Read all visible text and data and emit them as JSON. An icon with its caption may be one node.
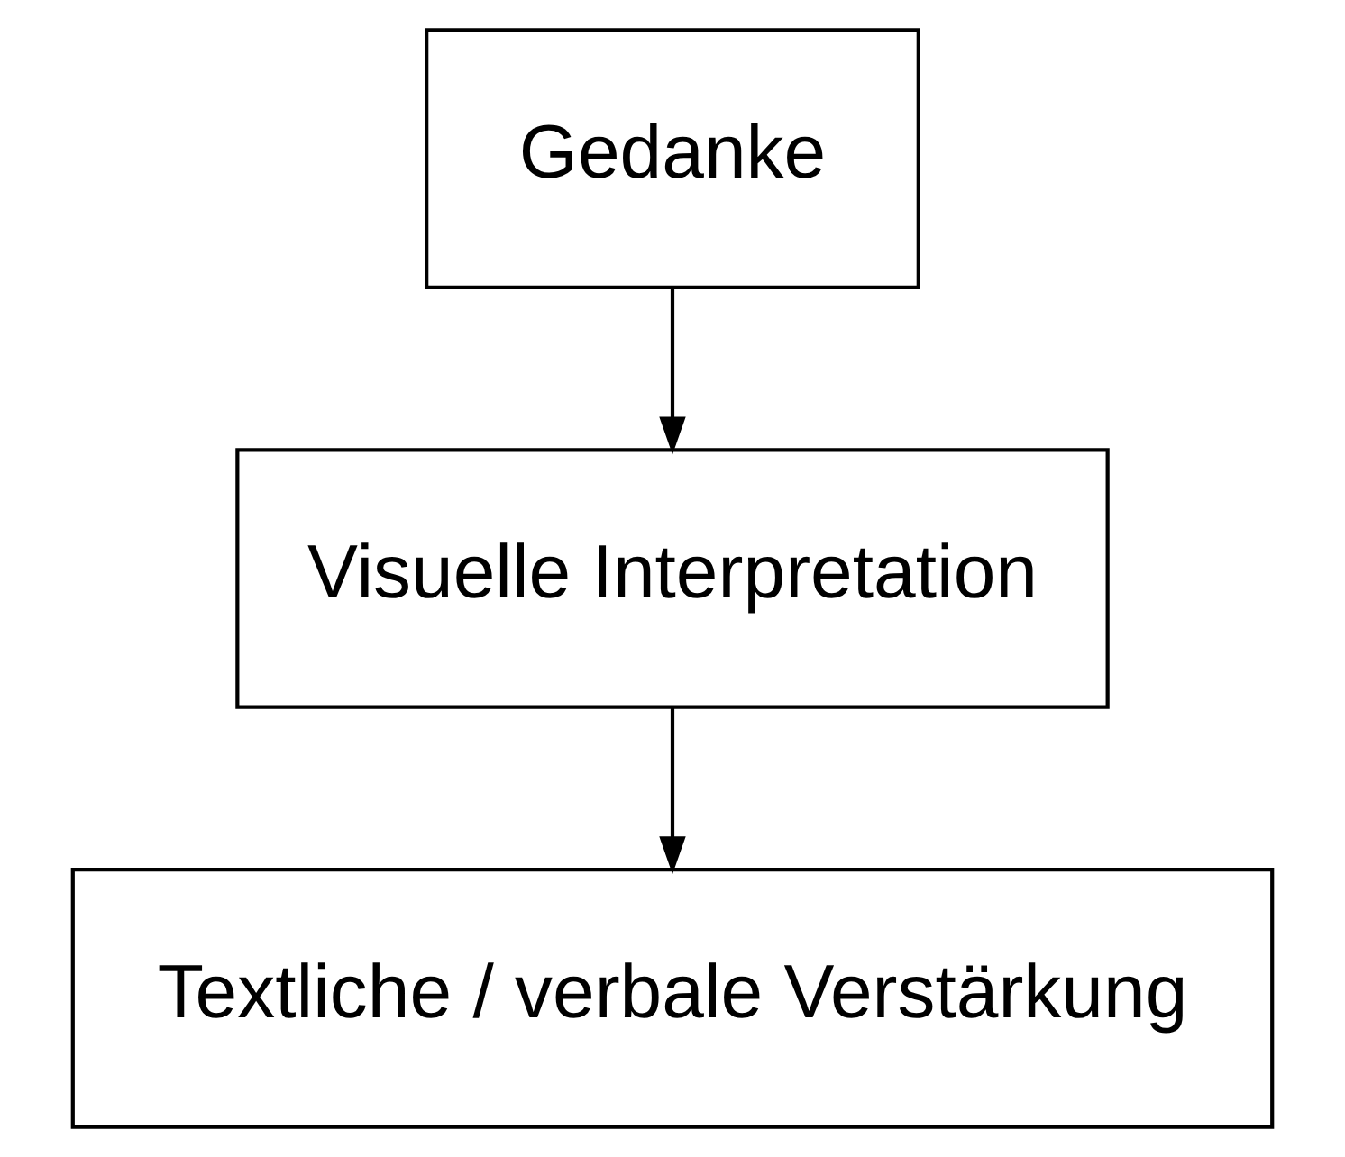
{
  "diagram": {
    "nodes": [
      {
        "text": [
          "Gedanke"
        ]
      },
      {
        "text": [
          "Visuelle Interpretation"
        ]
      },
      {
        "text": [
          "Textliche / verbale Verstärkung"
        ]
      }
    ],
    "edges": [
      {
        "from": 0,
        "to": 1,
        "arrow": "to"
      },
      {
        "from": 1,
        "to": 2,
        "arrow": "to"
      }
    ]
  }
}
